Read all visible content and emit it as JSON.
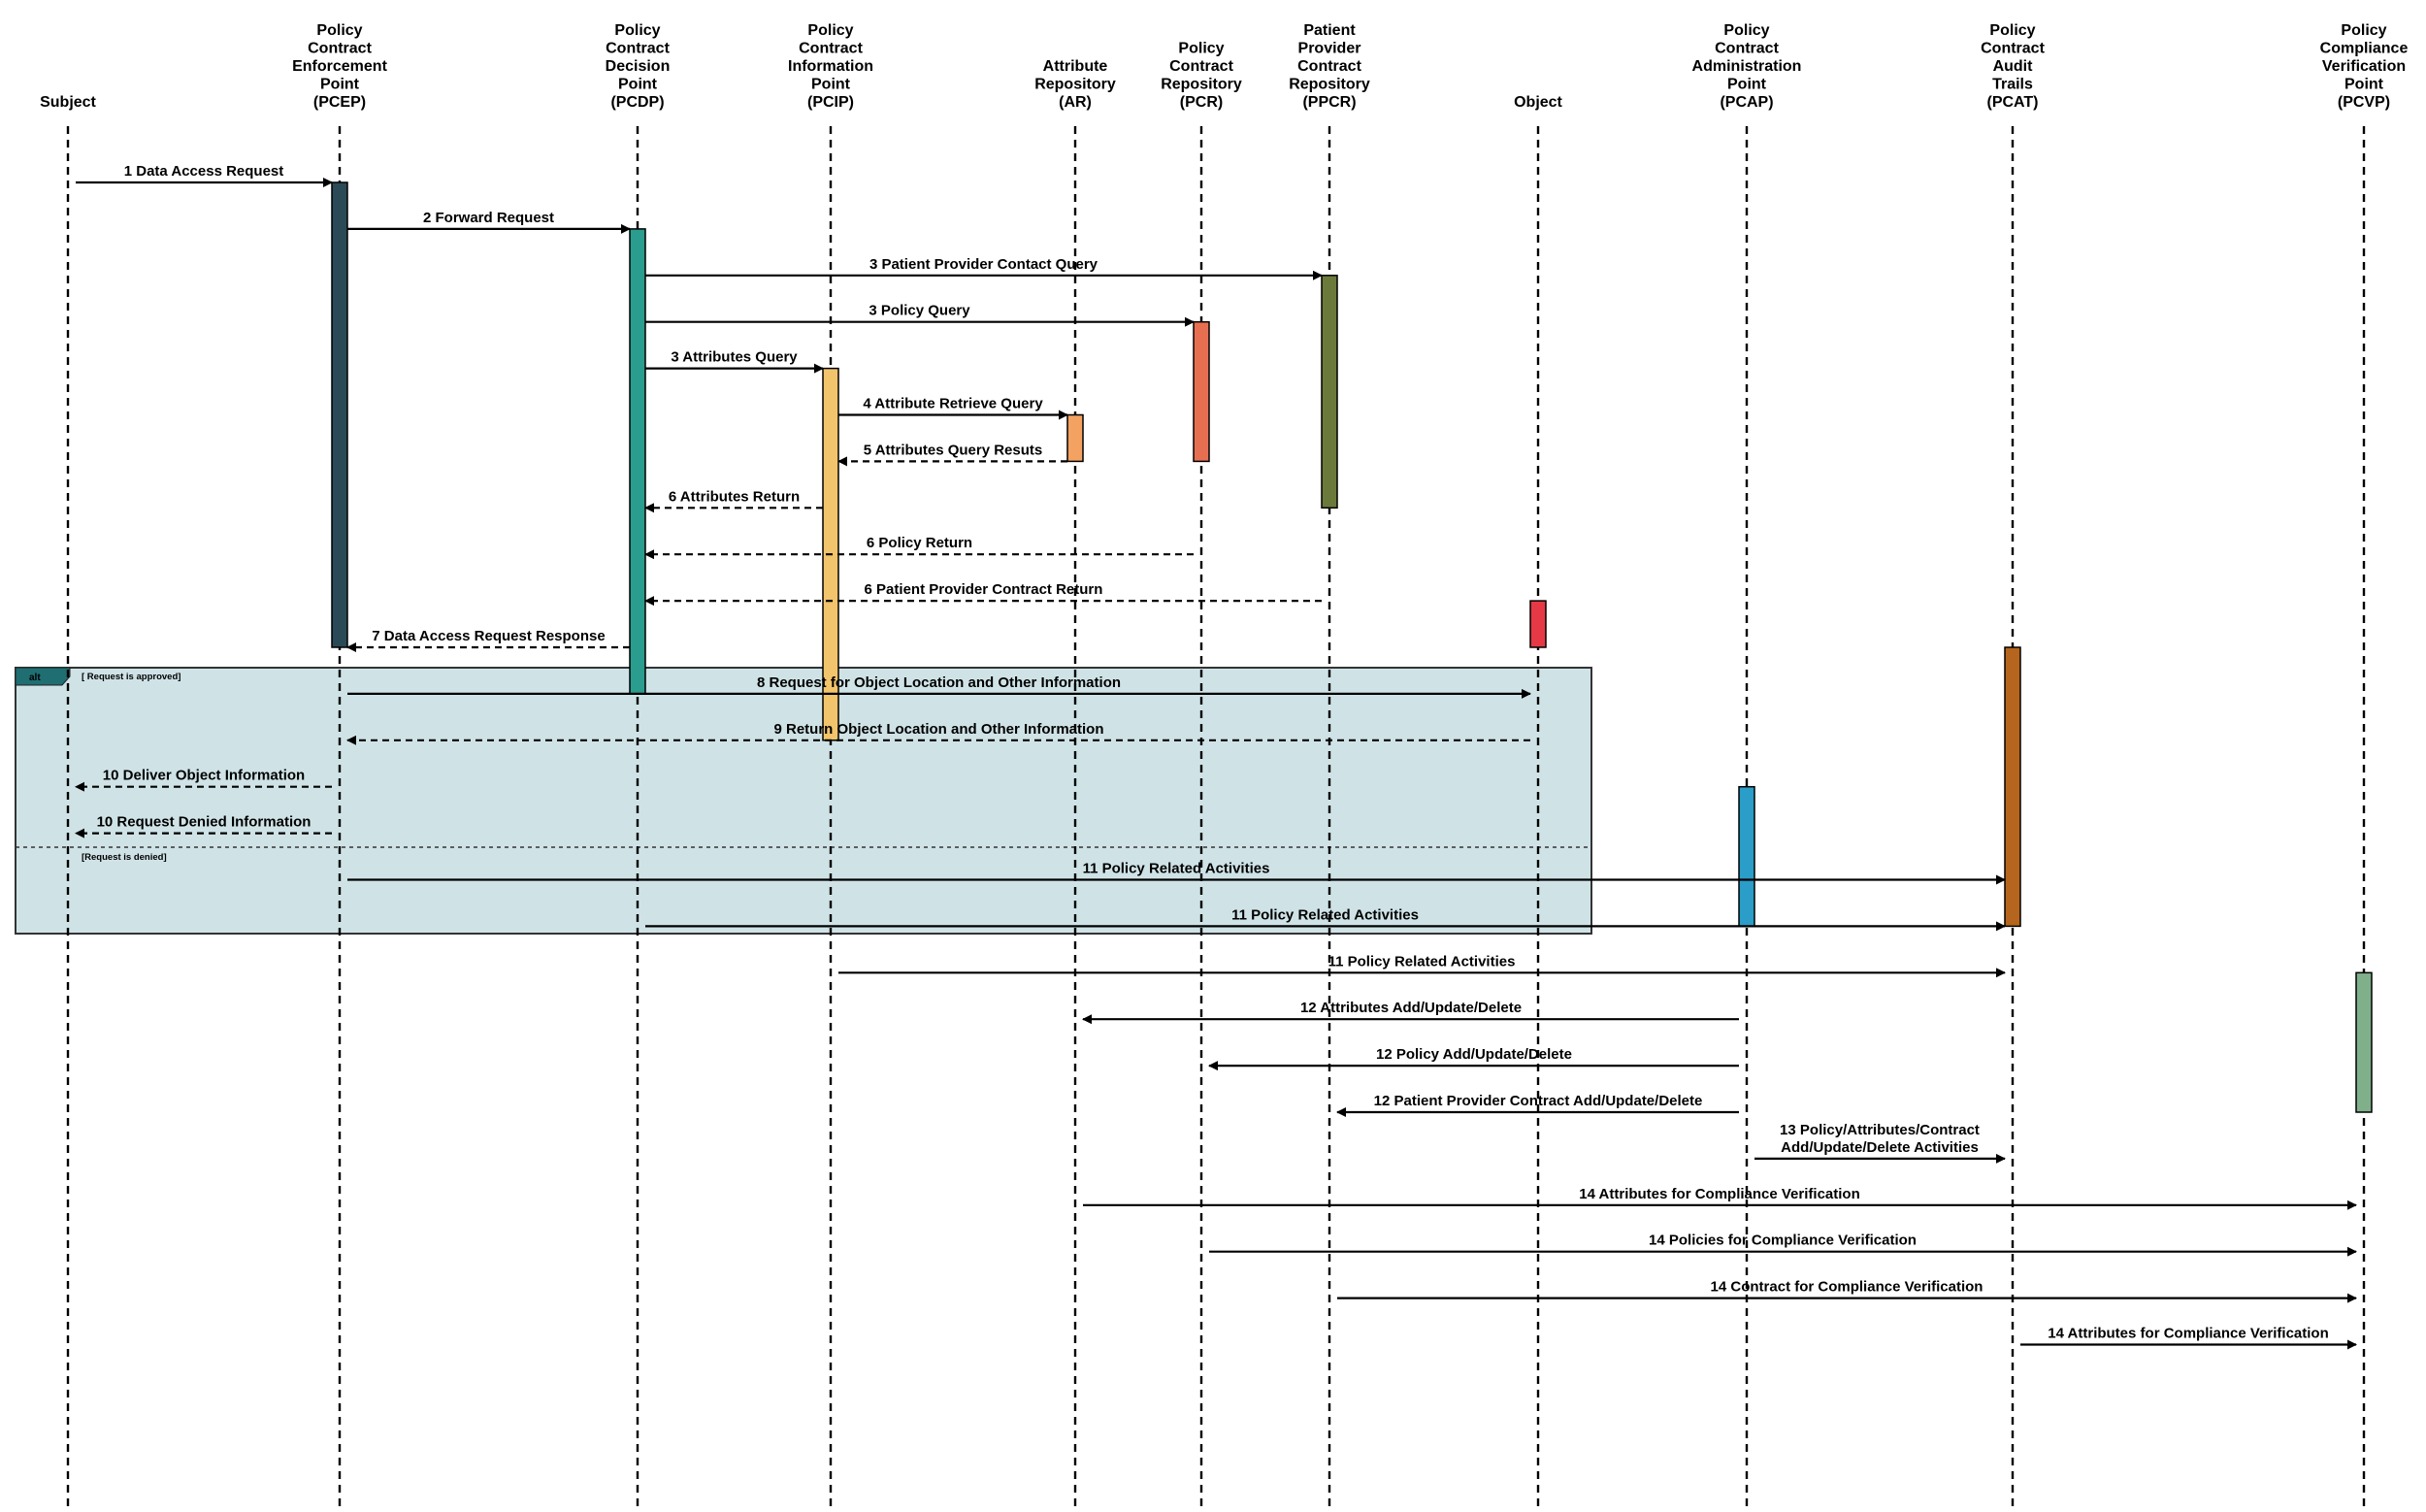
{
  "participants": [
    {
      "id": "subject",
      "label": [
        "Subject"
      ]
    },
    {
      "id": "pcep",
      "label": [
        "Policy",
        "Contract",
        "Enforcement",
        "Point",
        "(PCEP)"
      ]
    },
    {
      "id": "pcdp",
      "label": [
        "Policy",
        "Contract",
        "Decision",
        "Point",
        "(PCDP)"
      ]
    },
    {
      "id": "pcip",
      "label": [
        "Policy",
        "Contract",
        "Information",
        "Point",
        "(PCIP)"
      ]
    },
    {
      "id": "ar",
      "label": [
        "Attribute",
        "Repository",
        "(AR)"
      ]
    },
    {
      "id": "pcr",
      "label": [
        "Policy",
        "Contract",
        "Repository",
        "(PCR)"
      ]
    },
    {
      "id": "ppcr",
      "label": [
        "Patient",
        "Provider",
        "Contract",
        "Repository",
        "(PPCR)"
      ]
    },
    {
      "id": "object",
      "label": [
        "Object"
      ]
    },
    {
      "id": "pcap",
      "label": [
        "Policy",
        "Contract",
        "Administration",
        "Point",
        "(PCAP)"
      ]
    },
    {
      "id": "pcat",
      "label": [
        "Policy",
        "Contract",
        "Audit",
        "Trails",
        "(PCAT)"
      ]
    },
    {
      "id": "pcvp",
      "label": [
        "Policy",
        "Compliance",
        "Verification",
        "Point",
        "(PCVP)"
      ]
    }
  ],
  "activations": [
    {
      "participant": "pcep",
      "step_from": 1,
      "step_to": 11,
      "color": "#2b4a57"
    },
    {
      "participant": "pcdp",
      "step_from": 2,
      "step_to": 12,
      "color": "#2a9d8f"
    },
    {
      "participant": "ppcr",
      "step_from": 3,
      "step_to": 8,
      "color": "#6b7a3a"
    },
    {
      "participant": "pcr",
      "step_from": 4,
      "step_to": 7,
      "color": "#e76f51"
    },
    {
      "participant": "pcip",
      "step_from": 5,
      "step_to": 13,
      "color": "#f2c46b"
    },
    {
      "participant": "ar",
      "step_from": 6,
      "step_to": 7,
      "color": "#f4a261"
    },
    {
      "participant": "object",
      "step_from": 10,
      "step_to": 11,
      "color": "#e63946"
    },
    {
      "participant": "pcat",
      "step_from": 11,
      "step_to": 17,
      "color": "#b5651d"
    },
    {
      "participant": "pcap",
      "step_from": 14,
      "step_to": 17,
      "color": "#2a9dc8"
    },
    {
      "participant": "pcvp",
      "step_from": 18,
      "step_to": 21,
      "color": "#7fb08a"
    }
  ],
  "messages": [
    {
      "label": "1 Data Access Request",
      "from": "subject",
      "to": "pcep",
      "step": 1,
      "dashed": false
    },
    {
      "label": "2 Forward Request",
      "from": "pcep",
      "to": "pcdp",
      "step": 2,
      "dashed": false
    },
    {
      "label": "3 Patient Provider Contact Query",
      "from": "pcdp",
      "to": "ppcr",
      "step": 3,
      "dashed": false
    },
    {
      "label": "3 Policy Query",
      "from": "pcdp",
      "to": "pcr",
      "step": 4,
      "dashed": false
    },
    {
      "label": "3 Attributes Query",
      "from": "pcdp",
      "to": "pcip",
      "step": 5,
      "dashed": false
    },
    {
      "label": "4 Attribute Retrieve Query",
      "from": "pcip",
      "to": "ar",
      "step": 6,
      "dashed": false
    },
    {
      "label": "5 Attributes Query Resuts",
      "from": "ar",
      "to": "pcip",
      "step": 7,
      "dashed": true
    },
    {
      "label": "6 Attributes Return",
      "from": "pcip",
      "to": "pcdp",
      "step": 8,
      "dashed": true
    },
    {
      "label": "6 Policy Return",
      "from": "pcr",
      "to": "pcdp",
      "step": 9,
      "dashed": true
    },
    {
      "label": "6 Patient Provider Contract Return",
      "from": "ppcr",
      "to": "pcdp",
      "step": 10,
      "dashed": true
    },
    {
      "label": "7 Data Access Request Response",
      "from": "pcdp",
      "to": "pcep",
      "step": 11,
      "dashed": true
    },
    {
      "label": "8 Request for Object Location and Other Information",
      "from": "pcep",
      "to": "object",
      "step": 12,
      "dashed": false
    },
    {
      "label": "9 Return Object Location and Other Information",
      "from": "object",
      "to": "pcep",
      "step": 13,
      "dashed": true
    },
    {
      "label": "10 Deliver Object Information",
      "from": "pcep",
      "to": "subject",
      "step": 14,
      "dashed": true
    },
    {
      "label": "10 Request Denied Information",
      "from": "pcep",
      "to": "subject",
      "step": 15,
      "dashed": true
    },
    {
      "label": "11 Policy Related Activities",
      "from": "pcep",
      "to": "pcat",
      "step": 16,
      "dashed": false
    },
    {
      "label": "11 Policy Related Activities",
      "from": "pcdp",
      "to": "pcat",
      "step": 17,
      "dashed": false
    },
    {
      "label": "11 Policy Related Activities",
      "from": "pcip",
      "to": "pcat",
      "step": 18,
      "dashed": false
    },
    {
      "label": "12 Attributes Add/Update/Delete",
      "from": "pcap",
      "to": "ar",
      "step": 19,
      "dashed": false
    },
    {
      "label": "12 Policy Add/Update/Delete",
      "from": "pcap",
      "to": "pcr",
      "step": 20,
      "dashed": false
    },
    {
      "label": "12 Patient Provider Contract  Add/Update/Delete",
      "from": "pcap",
      "to": "ppcr",
      "step": 21,
      "dashed": false
    },
    {
      "label": "13 Policy/Attributes/Contract\nAdd/Update/Delete Activities",
      "from": "pcap",
      "to": "pcat",
      "step": 22,
      "dashed": false
    },
    {
      "label": "14 Attributes for Compliance Verification",
      "from": "ar",
      "to": "pcvp",
      "step": 23,
      "dashed": false
    },
    {
      "label": "14 Policies for Compliance Verification",
      "from": "pcr",
      "to": "pcvp",
      "step": 24,
      "dashed": false
    },
    {
      "label": "14 Contract for Compliance Verification",
      "from": "ppcr",
      "to": "pcvp",
      "step": 25,
      "dashed": false
    },
    {
      "label": "14 Attributes for Compliance Verification",
      "from": "pcat",
      "to": "pcvp",
      "step": 26,
      "dashed": false
    }
  ],
  "alt_frame": {
    "tag": "alt",
    "conditions": [
      "[ Request is approved]",
      "[Request is denied]"
    ],
    "fill_color": "#cfe3e7",
    "tag_color": "#1f6e72"
  }
}
